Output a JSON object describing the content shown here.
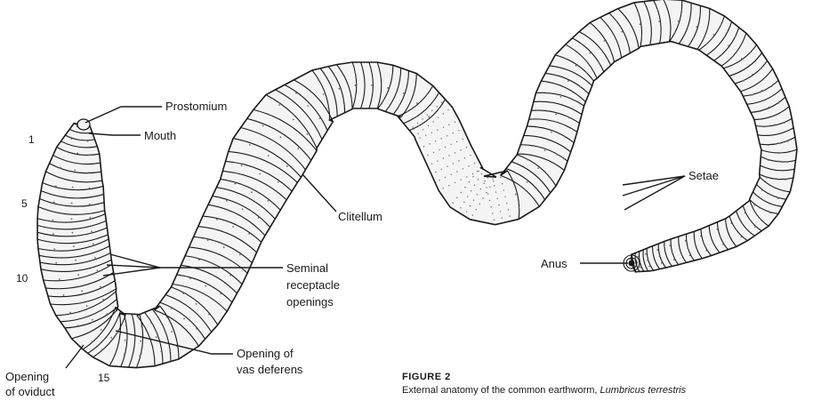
{
  "labels": {
    "prostomium": "Prostomium",
    "mouth": "Mouth",
    "clitellum": "Clitellum",
    "setae": "Setae",
    "anus": "Anus",
    "seminal": [
      "Seminal",
      "receptacle",
      "openings"
    ],
    "vas": [
      "Opening of",
      "vas deferens"
    ],
    "oviduct": [
      "Opening",
      "of oviduct"
    ]
  },
  "segment_numbers": [
    "1",
    "5",
    "10",
    "15"
  ],
  "caption": {
    "title": "FIGURE 2",
    "text": "External anatomy of the common earthworm, ",
    "species": "Lumbricus terrestris"
  },
  "colors": {
    "ink": "#1a1a1a",
    "fill": "#f4f4f4",
    "stipple": "#6a6a6a"
  }
}
